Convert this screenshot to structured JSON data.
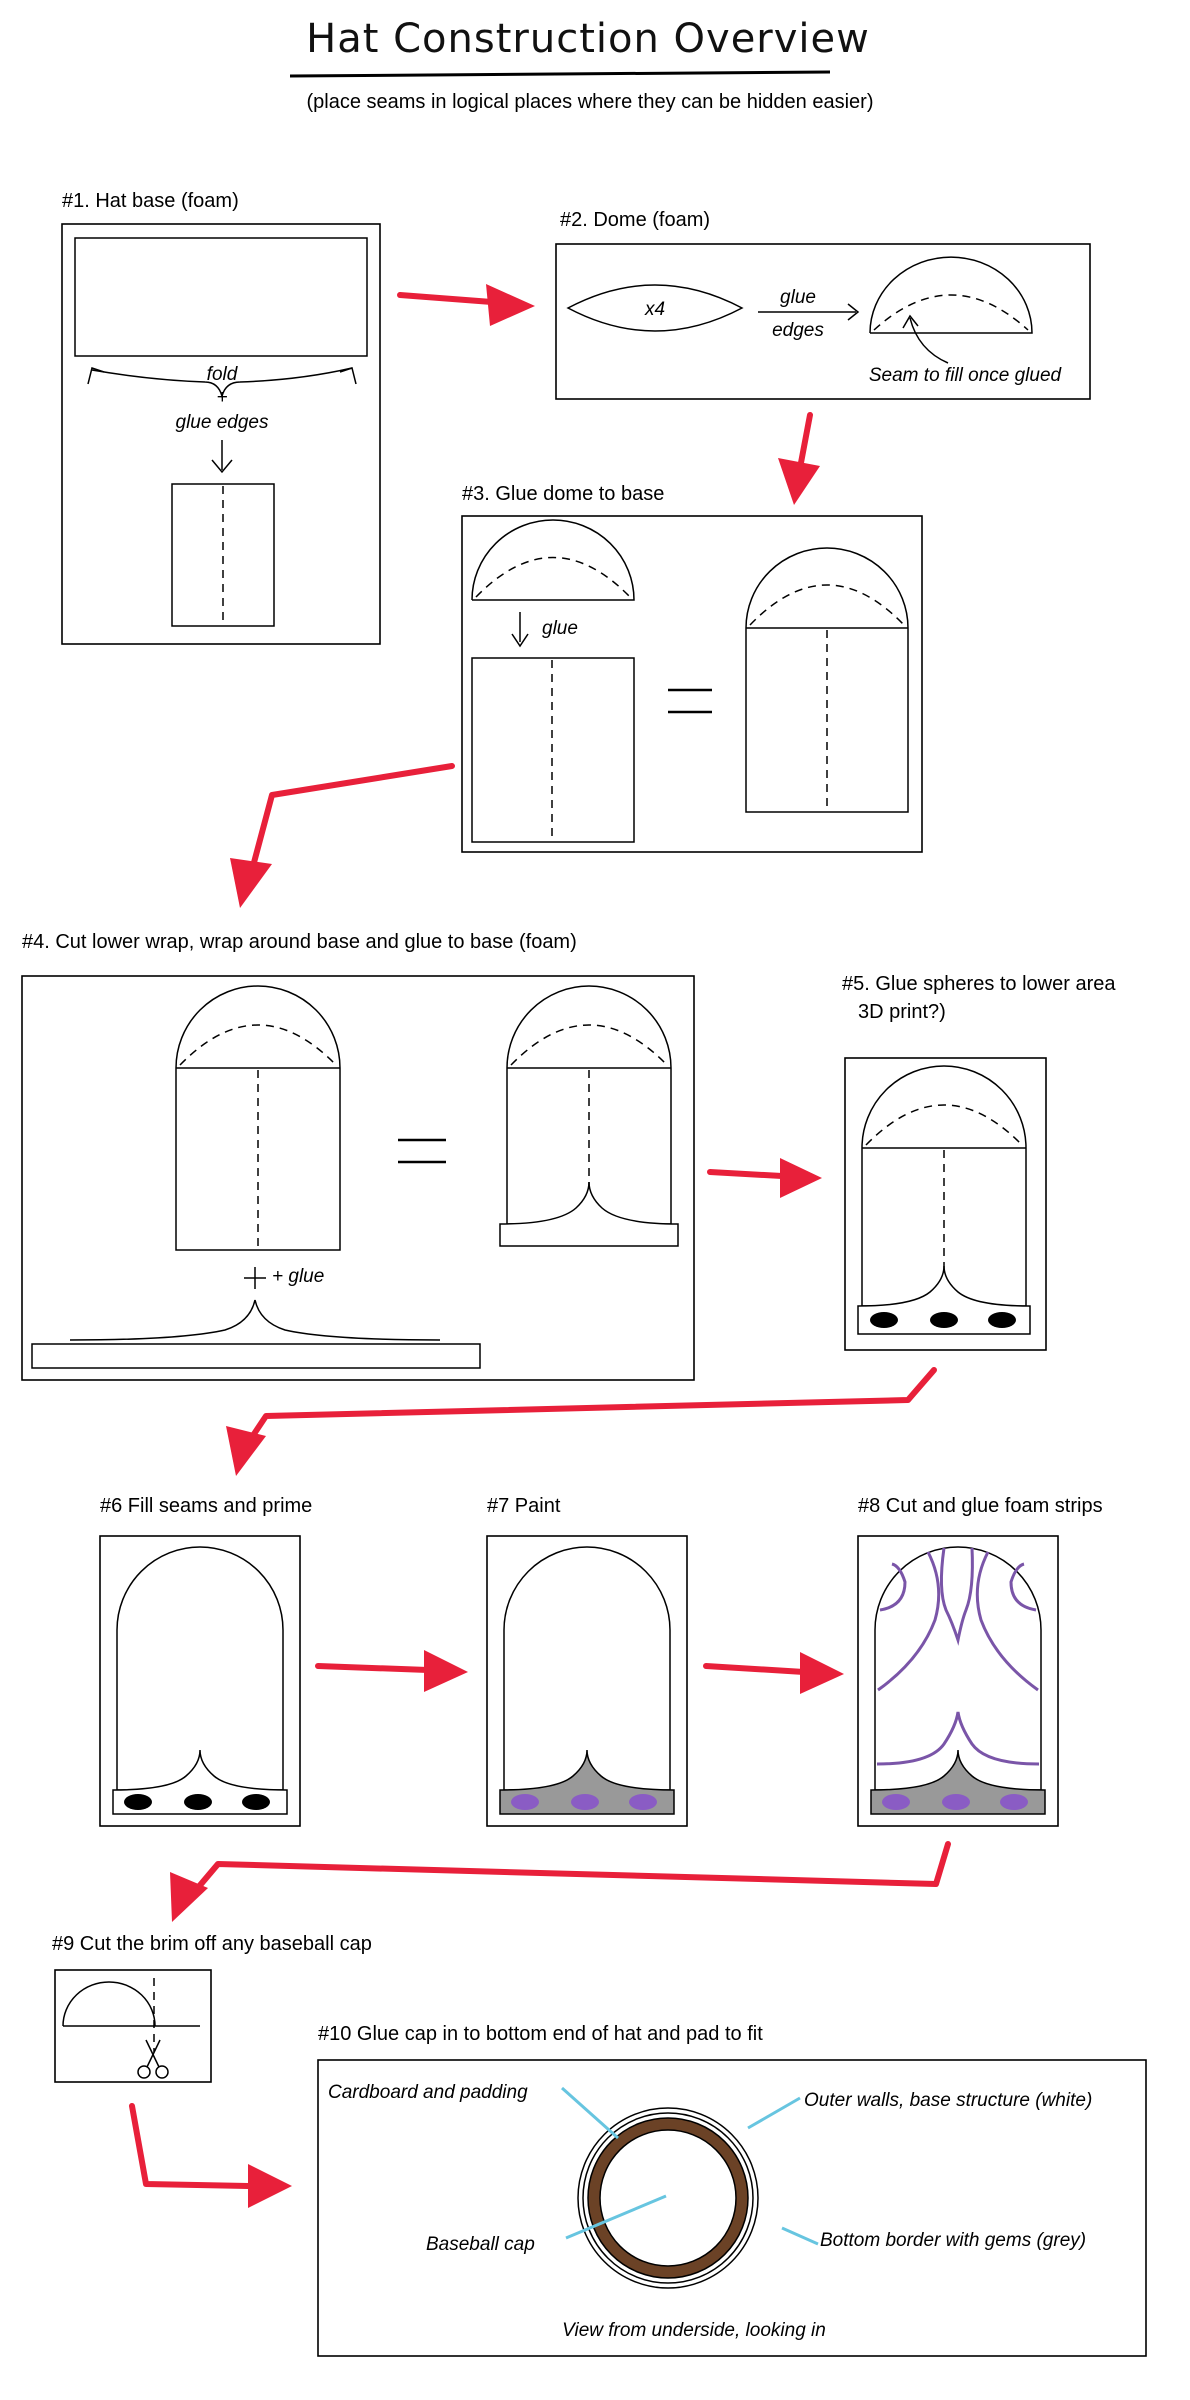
{
  "title": "Hat Construction Overview",
  "subtitle": "(place seams in logical places where they can be hidden easier)",
  "steps": [
    {
      "label": "#1. Hat base (foam)",
      "notes": [
        "fold",
        "+",
        "glue edges"
      ]
    },
    {
      "label": "#2. Dome (foam)",
      "notes": [
        "x4",
        "glue",
        "edges",
        "Seam to fill once glued"
      ]
    },
    {
      "label": "#3. Glue dome to base",
      "notes": [
        "glue"
      ]
    },
    {
      "label": "#4. Cut lower wrap, wrap around base and glue to base (foam)",
      "notes": [
        "+ glue"
      ]
    },
    {
      "label": "#5. Glue spheres to lower area",
      "label_line2": "3D print?)"
    },
    {
      "label": "#6 Fill seams and prime"
    },
    {
      "label": "#7 Paint"
    },
    {
      "label": "#8 Cut and glue foam strips"
    },
    {
      "label": "#9 Cut the brim off any baseball cap"
    },
    {
      "label": "#10 Glue cap in to bottom end of hat and pad to fit",
      "callouts": [
        "Cardboard and padding",
        "Outer walls, base structure (white)",
        "Baseball cap",
        "Bottom border with gems (grey)"
      ],
      "caption": "View from underside, looking in"
    }
  ],
  "colors": {
    "arrow": "#e8203a",
    "strip": "#7a55a8",
    "paint_grey": "#999999",
    "gem_purple": "#8a5cc4",
    "cardboard_brown": "#6b4226",
    "callout_line": "#67c5e0"
  },
  "icons": [
    "scissors-icon",
    "arrow-down-icon"
  ]
}
